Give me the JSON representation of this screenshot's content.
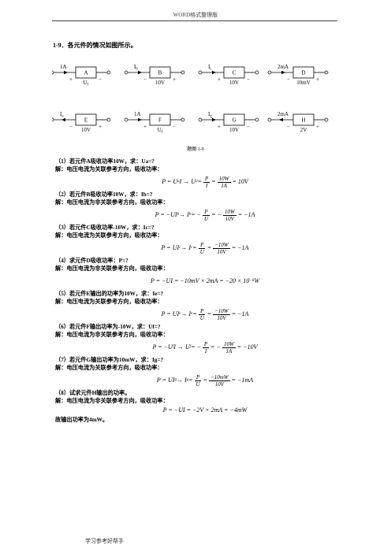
{
  "header": {
    "text": "WORD格式整理版"
  },
  "question_title": "1-9．各元件的情况如图所示。",
  "elements": [
    {
      "name": "A",
      "current": "1A",
      "voltage": "U",
      "voltage_sub": "1"
    },
    {
      "name": "B",
      "current": "I",
      "current_sub": "b",
      "voltage": "10V"
    },
    {
      "name": "C",
      "current": "I",
      "current_sub": "c",
      "voltage": "10V"
    },
    {
      "name": "D",
      "current": "2mA",
      "voltage": "10mV"
    },
    {
      "name": "E",
      "current": "I",
      "current_sub": "e",
      "voltage": "10V"
    },
    {
      "name": "F",
      "current": "1A",
      "voltage": "U",
      "voltage_sub": "f"
    },
    {
      "name": "G",
      "current": "I",
      "current_sub": "g",
      "voltage": "10V"
    },
    {
      "name": "H",
      "current": "2mA",
      "voltage": "2V"
    }
  ],
  "signs": {
    "plus": "+",
    "minus": "−"
  },
  "figure_caption": "题图 1-9",
  "parts": [
    {
      "q": "（1）若元件A吸收功率10W，求：Ua=?",
      "a": "解：电压电流为关联参考方向，吸收功率："
    },
    {
      "q": "（2）若元件B吸收功率10W，求：Ib=?",
      "a": "解：电压电流为非关联参考方向，吸收功率："
    },
    {
      "q": "（3）若元件C吸收功率-10W，求：Ic=?",
      "a": "解：电压电流为关联参考方向，吸收功率："
    },
    {
      "q": "（4）求元件D吸收功率：P=?",
      "a": "解：电压电流为非关联参考方向，吸收功率："
    },
    {
      "q": "（5）若元件E输出的功率为10W，求：Ie=?",
      "a": "解：电压电流为关联参考方向，吸收功率："
    },
    {
      "q": "（6）若元件F输出功率为-10W，求：Uf=?",
      "a": "解：电压电流为非关联参考方向，吸收功率："
    },
    {
      "q": "（7）若元件G输出功率为10mW，求：Ig=?",
      "a": "解：电压电流为关联参考方向，吸收功率："
    },
    {
      "q": "（8）试求元件H输出的功率。",
      "a": "解：电压电流为非关联参考方向，吸收功率："
    }
  ],
  "equations": {
    "e1": {
      "pre": "P = U",
      "s1": "a",
      "mid": "I → U",
      "s2": "a",
      "eq": " = ",
      "n1": "P",
      "d1": "I",
      "eq2": " = ",
      "n2": "10W",
      "d2": "1A",
      "post": " = 10V"
    },
    "e2": {
      "pre": "P = −UI",
      "s1": "b",
      "mid": " → I",
      "s2": "b",
      "eq": " = −",
      "n1": "P",
      "d1": "U",
      "eq2": " = −",
      "n2": "10W",
      "d2": "10V",
      "post": " = −1A"
    },
    "e3": {
      "pre": "P = UI",
      "s1": "c",
      "mid": " → I",
      "s2": "c",
      "eq": " = ",
      "n1": "P",
      "d1": "U",
      "eq2": " = ",
      "n2": "−10W",
      "d2": "10V",
      "post": " = −1A"
    },
    "e4": {
      "text": "P = −UI = −10mV × 2mA = −20 × 10",
      "sup": "−6",
      "post": "W"
    },
    "e5": {
      "pre": "P = UI",
      "s1": "e",
      "mid": " → I",
      "s2": "e",
      "eq": " = ",
      "n1": "P",
      "d1": "U",
      "eq2": " = ",
      "n2": "−10W",
      "d2": "10V",
      "post": " = −1A"
    },
    "e6": {
      "pre": "P = −U",
      "s1": "f",
      "mid": "I → U",
      "s2": "f",
      "eq": " = −",
      "n1": "P",
      "d1": "I",
      "eq2": " = −",
      "n2": "10W",
      "d2": "1A",
      "post": " = −10V"
    },
    "e7": {
      "pre": "P = UI",
      "s1": "g",
      "mid": " → I",
      "s2": "g",
      "eq": " = ",
      "n1": "P",
      "d1": "U",
      "eq2": " = ",
      "n2": "−10mW",
      "d2": "10V",
      "post": " = −1mA"
    },
    "e8": {
      "text": "P = −UI = −2V × 2mA = −4mW"
    }
  },
  "conclusion": "故输出功率为4mW。",
  "footer": {
    "text": "学习参考好帮手"
  }
}
